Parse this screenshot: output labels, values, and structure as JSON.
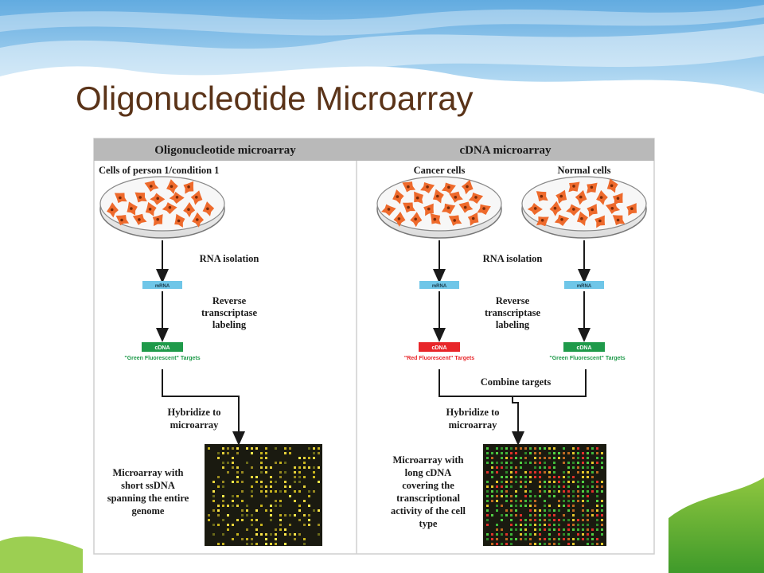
{
  "slide": {
    "title": "Oligonucleotide Microarray"
  },
  "colors": {
    "title": "#5a3318",
    "header_bar": "#b9b9b9",
    "cell_orange": "#ee6a2c",
    "mrna_blue": "#6fc6e8",
    "cdna_green": "#1f9a4a",
    "cdna_red": "#e8262a",
    "array_dark": "#1a1a10"
  },
  "figure": {
    "left_panel": {
      "header": "Oligonucleotide microarray",
      "sample_label": "Cells of person 1/condition 1",
      "step_rna": "RNA isolation",
      "mrna_tag": "mRNA",
      "step_rt_line1": "Reverse",
      "step_rt_line2": "transcriptase",
      "step_rt_line3": "labeling",
      "cdna_tag": "cDNA",
      "target_caption": "\"Green Fluorescent\" Targets",
      "hybridize_line1": "Hybridize to",
      "hybridize_line2": "microarray",
      "array_desc_line1": "Microarray with",
      "array_desc_line2": "short ssDNA",
      "array_desc_line3": "spanning the entire",
      "array_desc_line4": "genome"
    },
    "right_panel": {
      "header": "cDNA microarray",
      "sample_label_a": "Cancer cells",
      "sample_label_b": "Normal cells",
      "step_rna": "RNA isolation",
      "mrna_tag_a": "mRNA",
      "mrna_tag_b": "mRNA",
      "step_rt_line1": "Reverse",
      "step_rt_line2": "transcriptase",
      "step_rt_line3": "labeling",
      "cdna_tag_a": "cDNA",
      "cdna_tag_b": "cDNA",
      "target_caption_a": "\"Red Fluorescent\" Targets",
      "target_caption_b": "\"Green Fluorescent\" Targets",
      "combine": "Combine targets",
      "hybridize_line1": "Hybridize to",
      "hybridize_line2": "microarray",
      "array_desc_line1": "Microarray with",
      "array_desc_line2": "long cDNA",
      "array_desc_line3": "covering the",
      "array_desc_line4": "transcriptional",
      "array_desc_line5": "activity of the cell",
      "array_desc_line6": "type"
    }
  }
}
